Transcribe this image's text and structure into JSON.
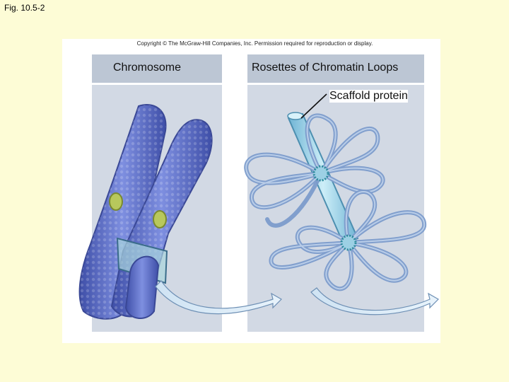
{
  "figure_label": "Fig. 10.5-2",
  "copyright": "Copyright © The McGraw-Hill Companies, Inc. Permission required for reproduction or display.",
  "panels": {
    "left_title": "Chromosome",
    "right_title": "Rosettes of Chromatin Loops"
  },
  "callout": "Scaffold protein",
  "colors": {
    "background": "#fdfcd6",
    "panel": "#d2d9e4",
    "chromosome": "#5868c0",
    "scaffold": "#9cd0e4",
    "loops": "#7d9ccc"
  }
}
